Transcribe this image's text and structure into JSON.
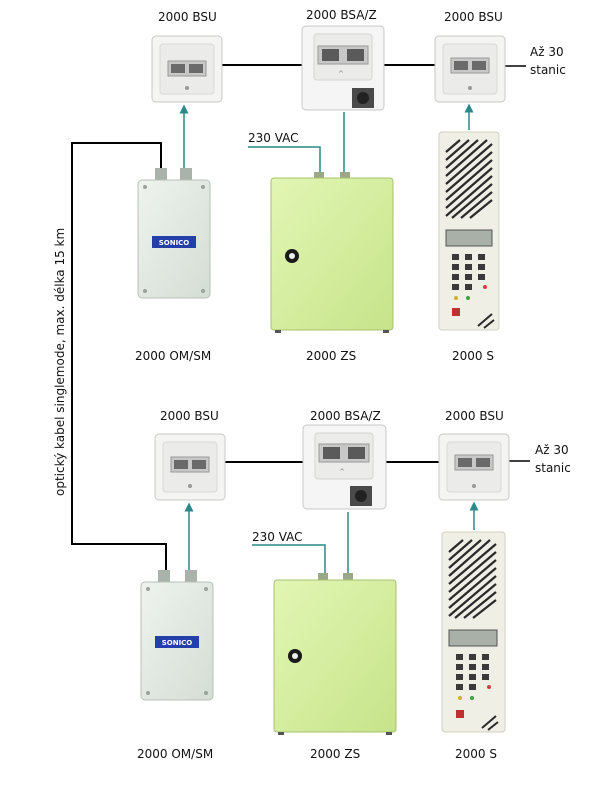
{
  "sections": [
    {
      "bsu_left": "2000 BSU",
      "bsa": "2000 BSA/Z",
      "bsu_right": "2000 BSU",
      "stations_line1": "Až 30",
      "stations_line2": "stanic",
      "power": "230 VAC",
      "om": "2000 OM/SM",
      "zs": "2000 ZS",
      "s": "2000 S",
      "brand": "SONICO"
    },
    {
      "bsu_left": "2000 BSU",
      "bsa": "2000 BSA/Z",
      "bsu_right": "2000 BSU",
      "stations_line1": "Až 30",
      "stations_line2": "stanic",
      "power": "230 VAC",
      "om": "2000 OM/SM",
      "zs": "2000 ZS",
      "s": "2000 S",
      "brand": "SONICO"
    }
  ],
  "fiber_label": "optický kabel singlemode, max. délka 15 km",
  "colors": {
    "green_box": "#d8f0a0",
    "grey_box": "#e6ede6",
    "arrow": "#2a8a8a",
    "line": "#000000",
    "sonico_blue": "#2440a8"
  }
}
